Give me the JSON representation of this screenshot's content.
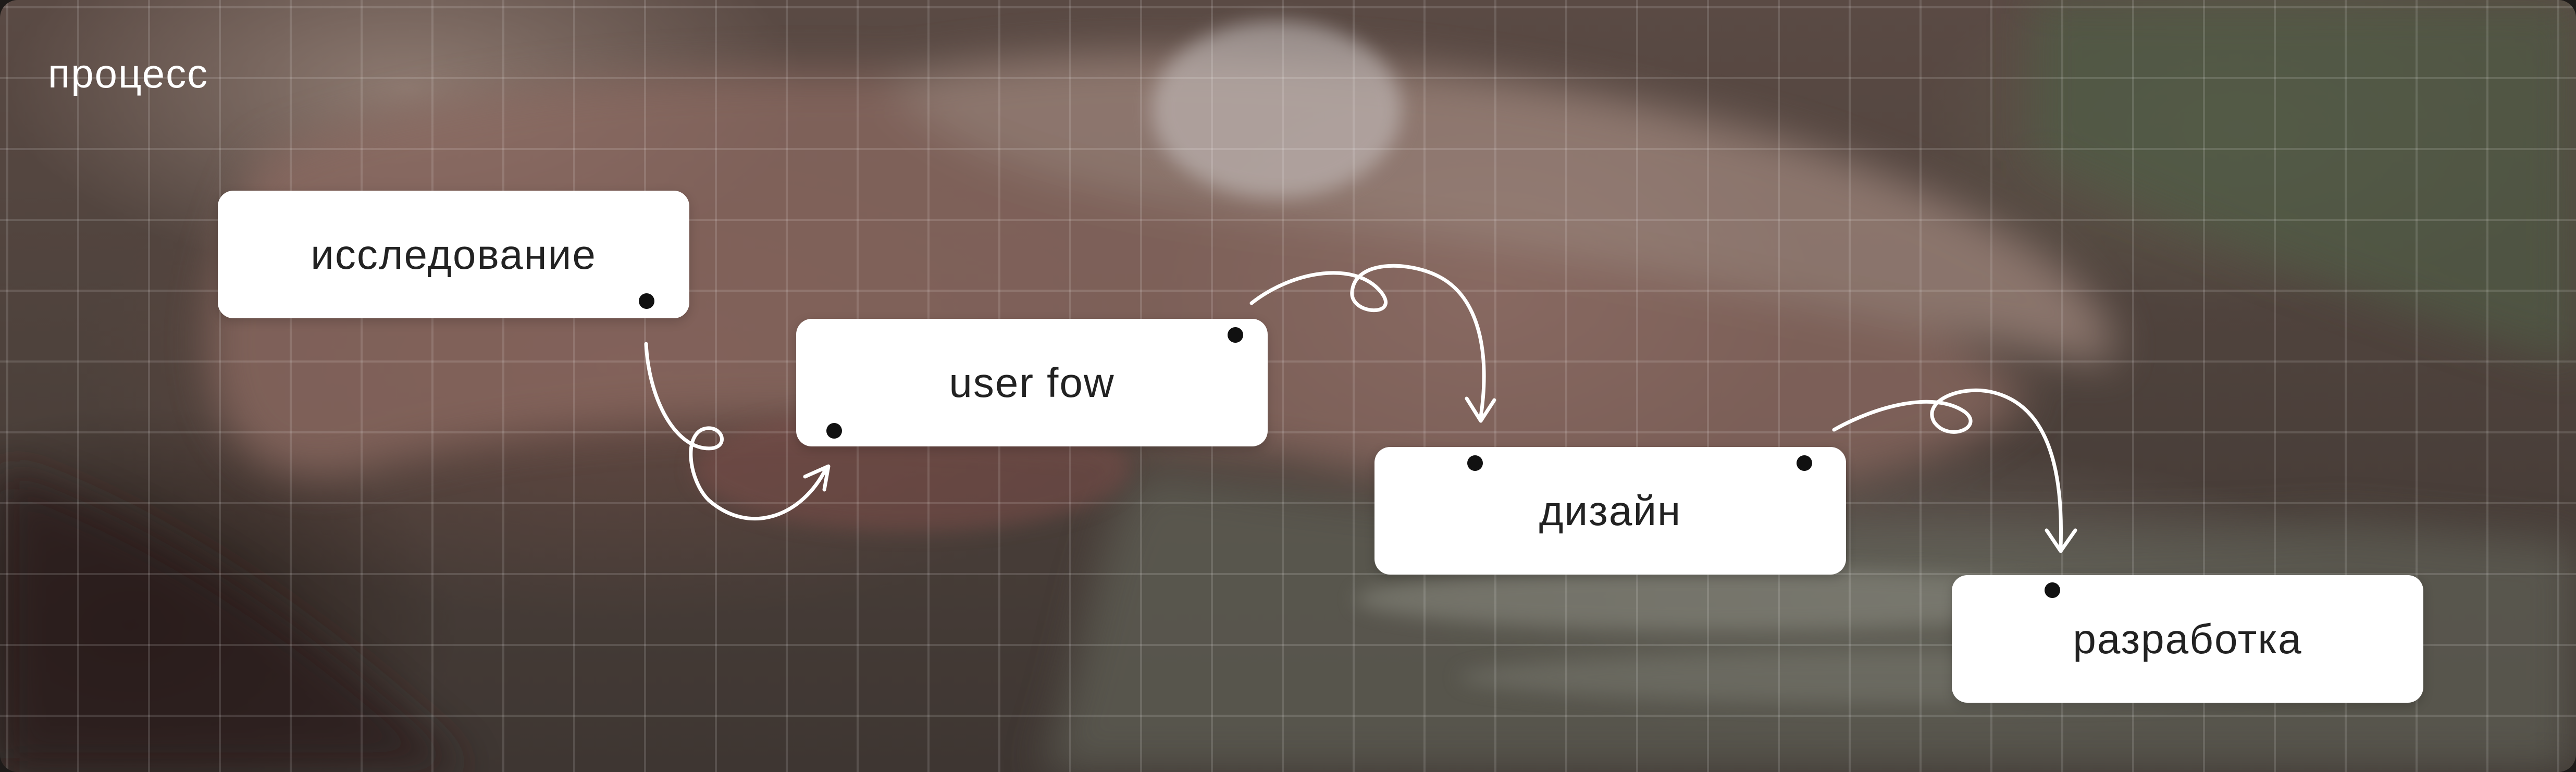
{
  "section_title": "процесс",
  "steps": [
    {
      "label": "исследование"
    },
    {
      "label": "user fow"
    },
    {
      "label": "дизайн"
    },
    {
      "label": "разработка"
    }
  ],
  "colors": {
    "card_background": "#ffffff",
    "card_text": "#222222",
    "dot": "#111111",
    "arrow": "#ffffff",
    "title_text": "#ffffff"
  }
}
